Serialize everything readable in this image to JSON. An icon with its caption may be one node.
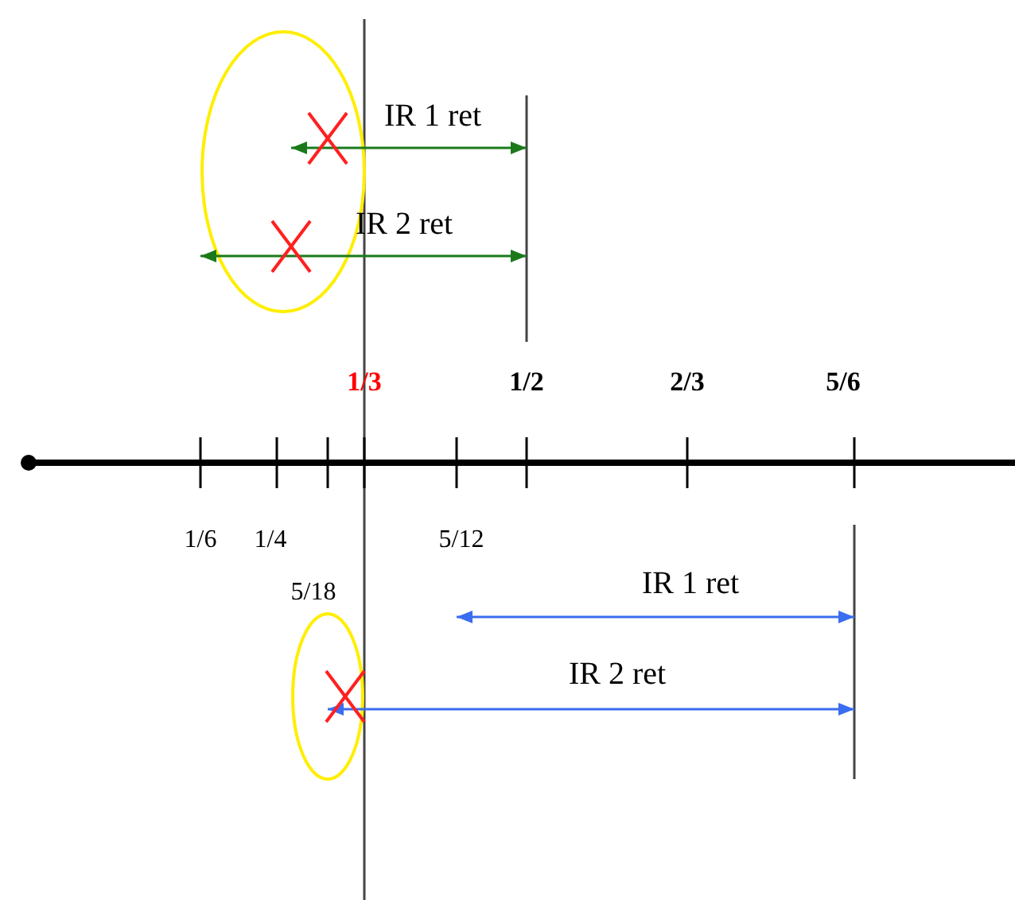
{
  "diagram": {
    "labels": [
      "IR 1 ret",
      "IR 2 ret",
      "1/3",
      "1/2",
      "2/3",
      "5/6",
      "1/6",
      "1/4",
      "5/12",
      "5/18",
      "IR 1 ret",
      "IR 2 ret"
    ]
  }
}
